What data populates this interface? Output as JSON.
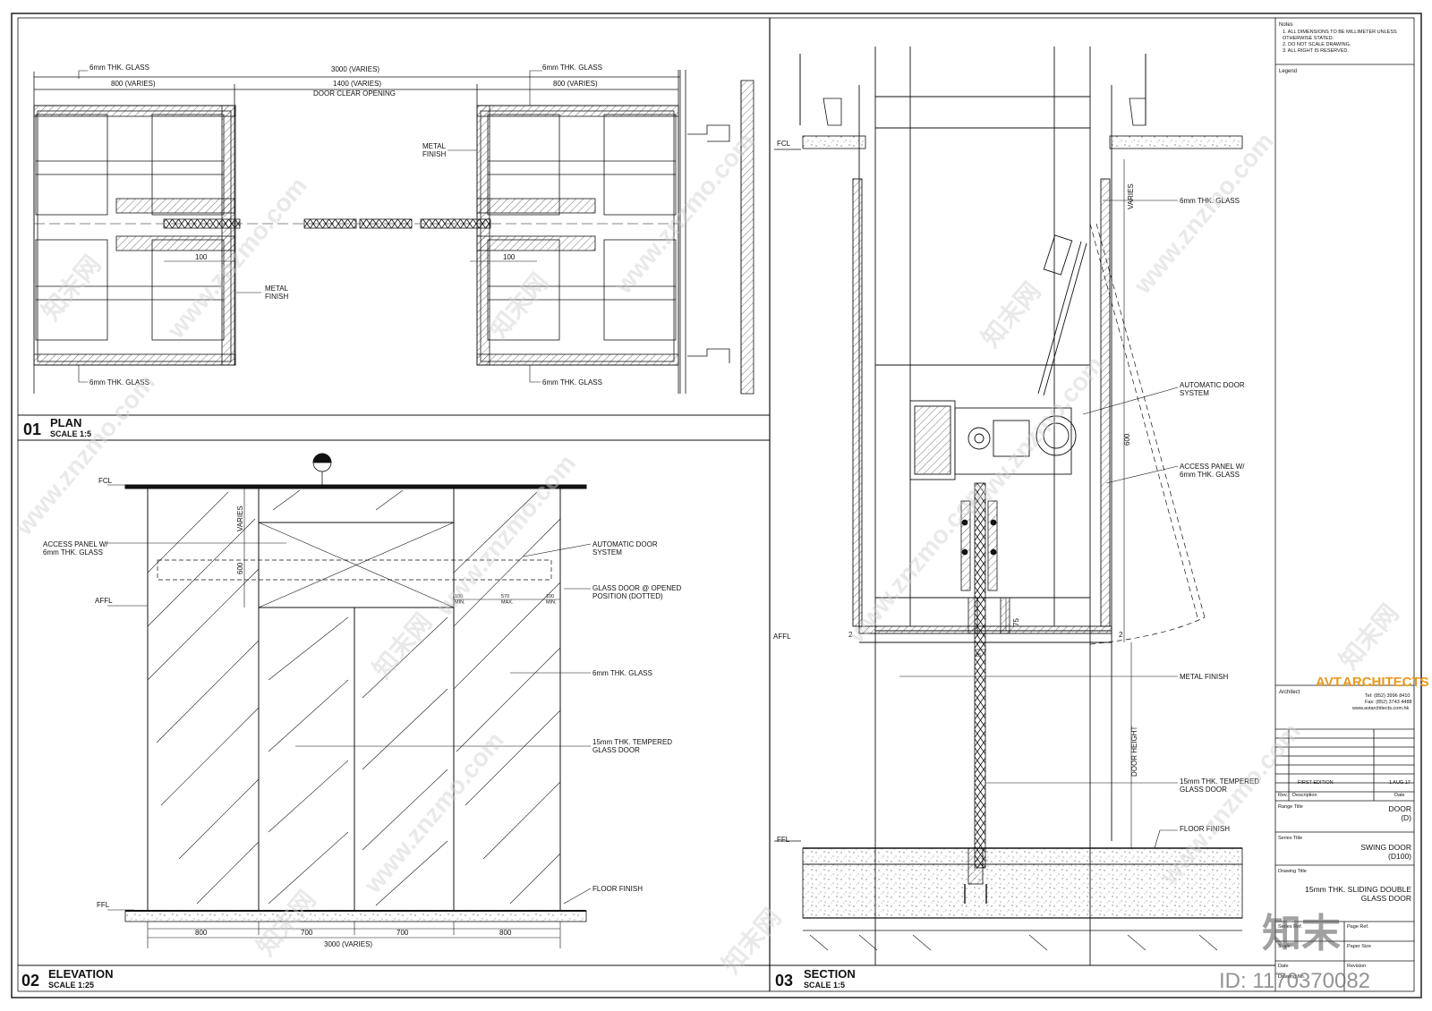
{
  "plan": {
    "number": "01",
    "title": "PLAN",
    "scale": "SCALE 1:5",
    "labels": {
      "glass_tl": "6mm THK. GLASS",
      "glass_tr": "6mm THK. GLASS",
      "glass_bl": "6mm THK. GLASS",
      "glass_br": "6mm THK. GLASS",
      "overall": "3000 (VARIES)",
      "left_width": "800 (VARIES)",
      "right_width": "800 (VARIES)",
      "clear_opening": "1400 (VARIES)",
      "clear_opening_note": "DOOR CLEAR OPENING",
      "metal_finish_top": "METAL\nFINISH",
      "metal_finish_bottom": "METAL\nFINISH",
      "dim_100_left": "100",
      "dim_100_right": "100"
    }
  },
  "elevation": {
    "number": "02",
    "title": "ELEVATION",
    "scale": "SCALE 1:25",
    "labels": {
      "fcl": "FCL",
      "affl": "AFFL",
      "ffl": "FFL",
      "access_panel": "ACCESS PANEL W/\n6mm THK. GLASS",
      "auto_door": "AUTOMATIC DOOR\nSYSTEM",
      "glass_door_open": "GLASS DOOR @ OPENED\nPOSITION (DOTTED)",
      "glass_6mm": "6mm THK. GLASS",
      "tempered": "15mm THK. TEMPERED\nGLASS DOOR",
      "floor_finish": "FLOOR FINISH",
      "varies": "VARIES",
      "dim_600": "600",
      "dim_100a": "100\nMIN.",
      "dim_570": "570\nMAX.",
      "dim_100b": "100\nMIN.",
      "dim_800a": "800",
      "dim_700a": "700",
      "dim_700b": "700",
      "dim_800b": "800",
      "overall": "3000 (VARIES)"
    }
  },
  "section": {
    "number": "03",
    "title": "SECTION",
    "scale": "SCALE 1:5",
    "labels": {
      "fcl": "FCL",
      "affl": "AFFL",
      "ffl": "FFL",
      "glass_6mm": "6mm THK. GLASS",
      "auto_door": "AUTOMATIC DOOR\nSYSTEM",
      "access_panel": "ACCESS PANEL W/\n6mm THK. GLASS",
      "metal_finish": "METAL FINISH",
      "tempered": "15mm THK. TEMPERED\nGLASS DOOR",
      "floor_finish": "FLOOR FINISH",
      "varies": "VARIES",
      "dim_600": "600",
      "door_height": "DOOR HEIGHT",
      "dim_75": "75",
      "dim_25": "25",
      "dim_2a": "2",
      "dim_2b": "2"
    }
  },
  "title_block": {
    "notes_heading": "Notes",
    "notes": [
      "1.   ALL DIMENSIONS TO BE MILLIMETER UNLESS",
      "      OTHERWISE STATED.",
      "2.   DO NOT SCALE DRAWING.",
      "3.   ALL RIGHT IS RESERVED."
    ],
    "legend_heading": "Legend",
    "architect_heading": "Architect",
    "logo_avt": "AVT",
    "logo_architects": "ARCHITECTS",
    "contact": [
      "Tel: (852) 3996 8410",
      "Fax: (852) 3743 4488",
      "www.avtarchitects.com.hk"
    ],
    "revision": {
      "description": "FIRST EDITION",
      "date": "1 AUG 17"
    },
    "rev_headers": {
      "rev": "Rev.",
      "description": "Description",
      "date": "Date"
    },
    "range_title_heading": "Range Title",
    "range_title": "DOOR\n(D)",
    "series_title_heading": "Series Title",
    "series_title": "SWING DOOR\n(D100)",
    "drawing_title_heading": "Drawing Title",
    "drawing_title": "15mm THK. SLIDING DOUBLE\nGLASS DOOR",
    "fields": {
      "series_ref": "Series Ref.",
      "page_ref": "Page Ref.",
      "scale": "Scale",
      "paper_size": "Paper Size",
      "date": "Date",
      "revision": "Revision",
      "drawing_no": "Drawing No."
    }
  },
  "watermarks": {
    "site": "www.znzmo.com",
    "cn": "知末网",
    "brand": "知末",
    "id": "ID: 1170370082"
  }
}
